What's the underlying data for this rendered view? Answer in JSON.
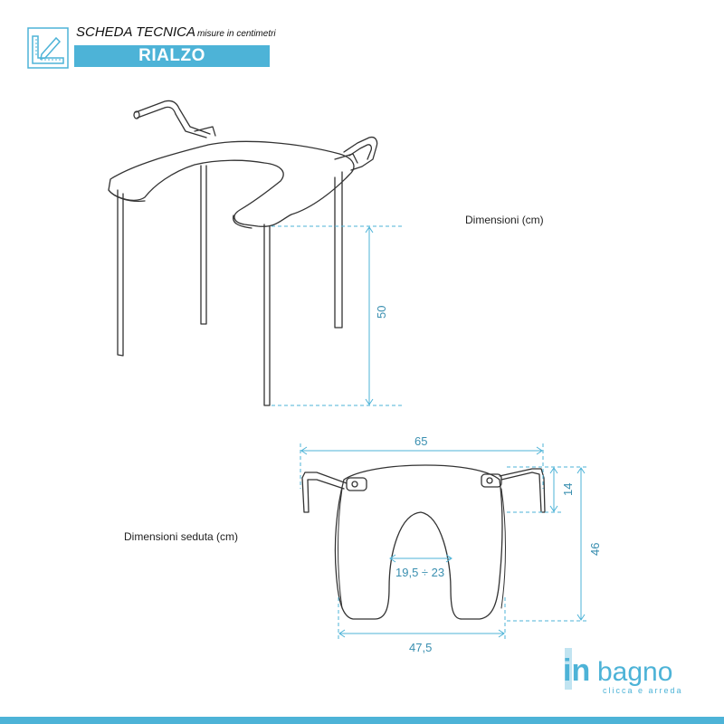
{
  "header": {
    "title": "SCHEDA TECNICA",
    "subtitle": "misure in centimetri",
    "product": "RIALZO"
  },
  "top_view": {
    "label": "Dimensioni (cm)",
    "height": "50"
  },
  "seat_view": {
    "label": "Dimensioni seduta (cm)",
    "total_width": "65",
    "handle_height": "14",
    "total_depth": "46",
    "opening_width": "19,5 ÷ 23",
    "seat_width": "47,5"
  },
  "logo": {
    "brand_in": "in",
    "brand_rest": "bagno",
    "tagline": "clicca e arreda"
  },
  "colors": {
    "accent": "#4db3d7",
    "dimension": "#3a8fb0",
    "line": "#333333"
  }
}
